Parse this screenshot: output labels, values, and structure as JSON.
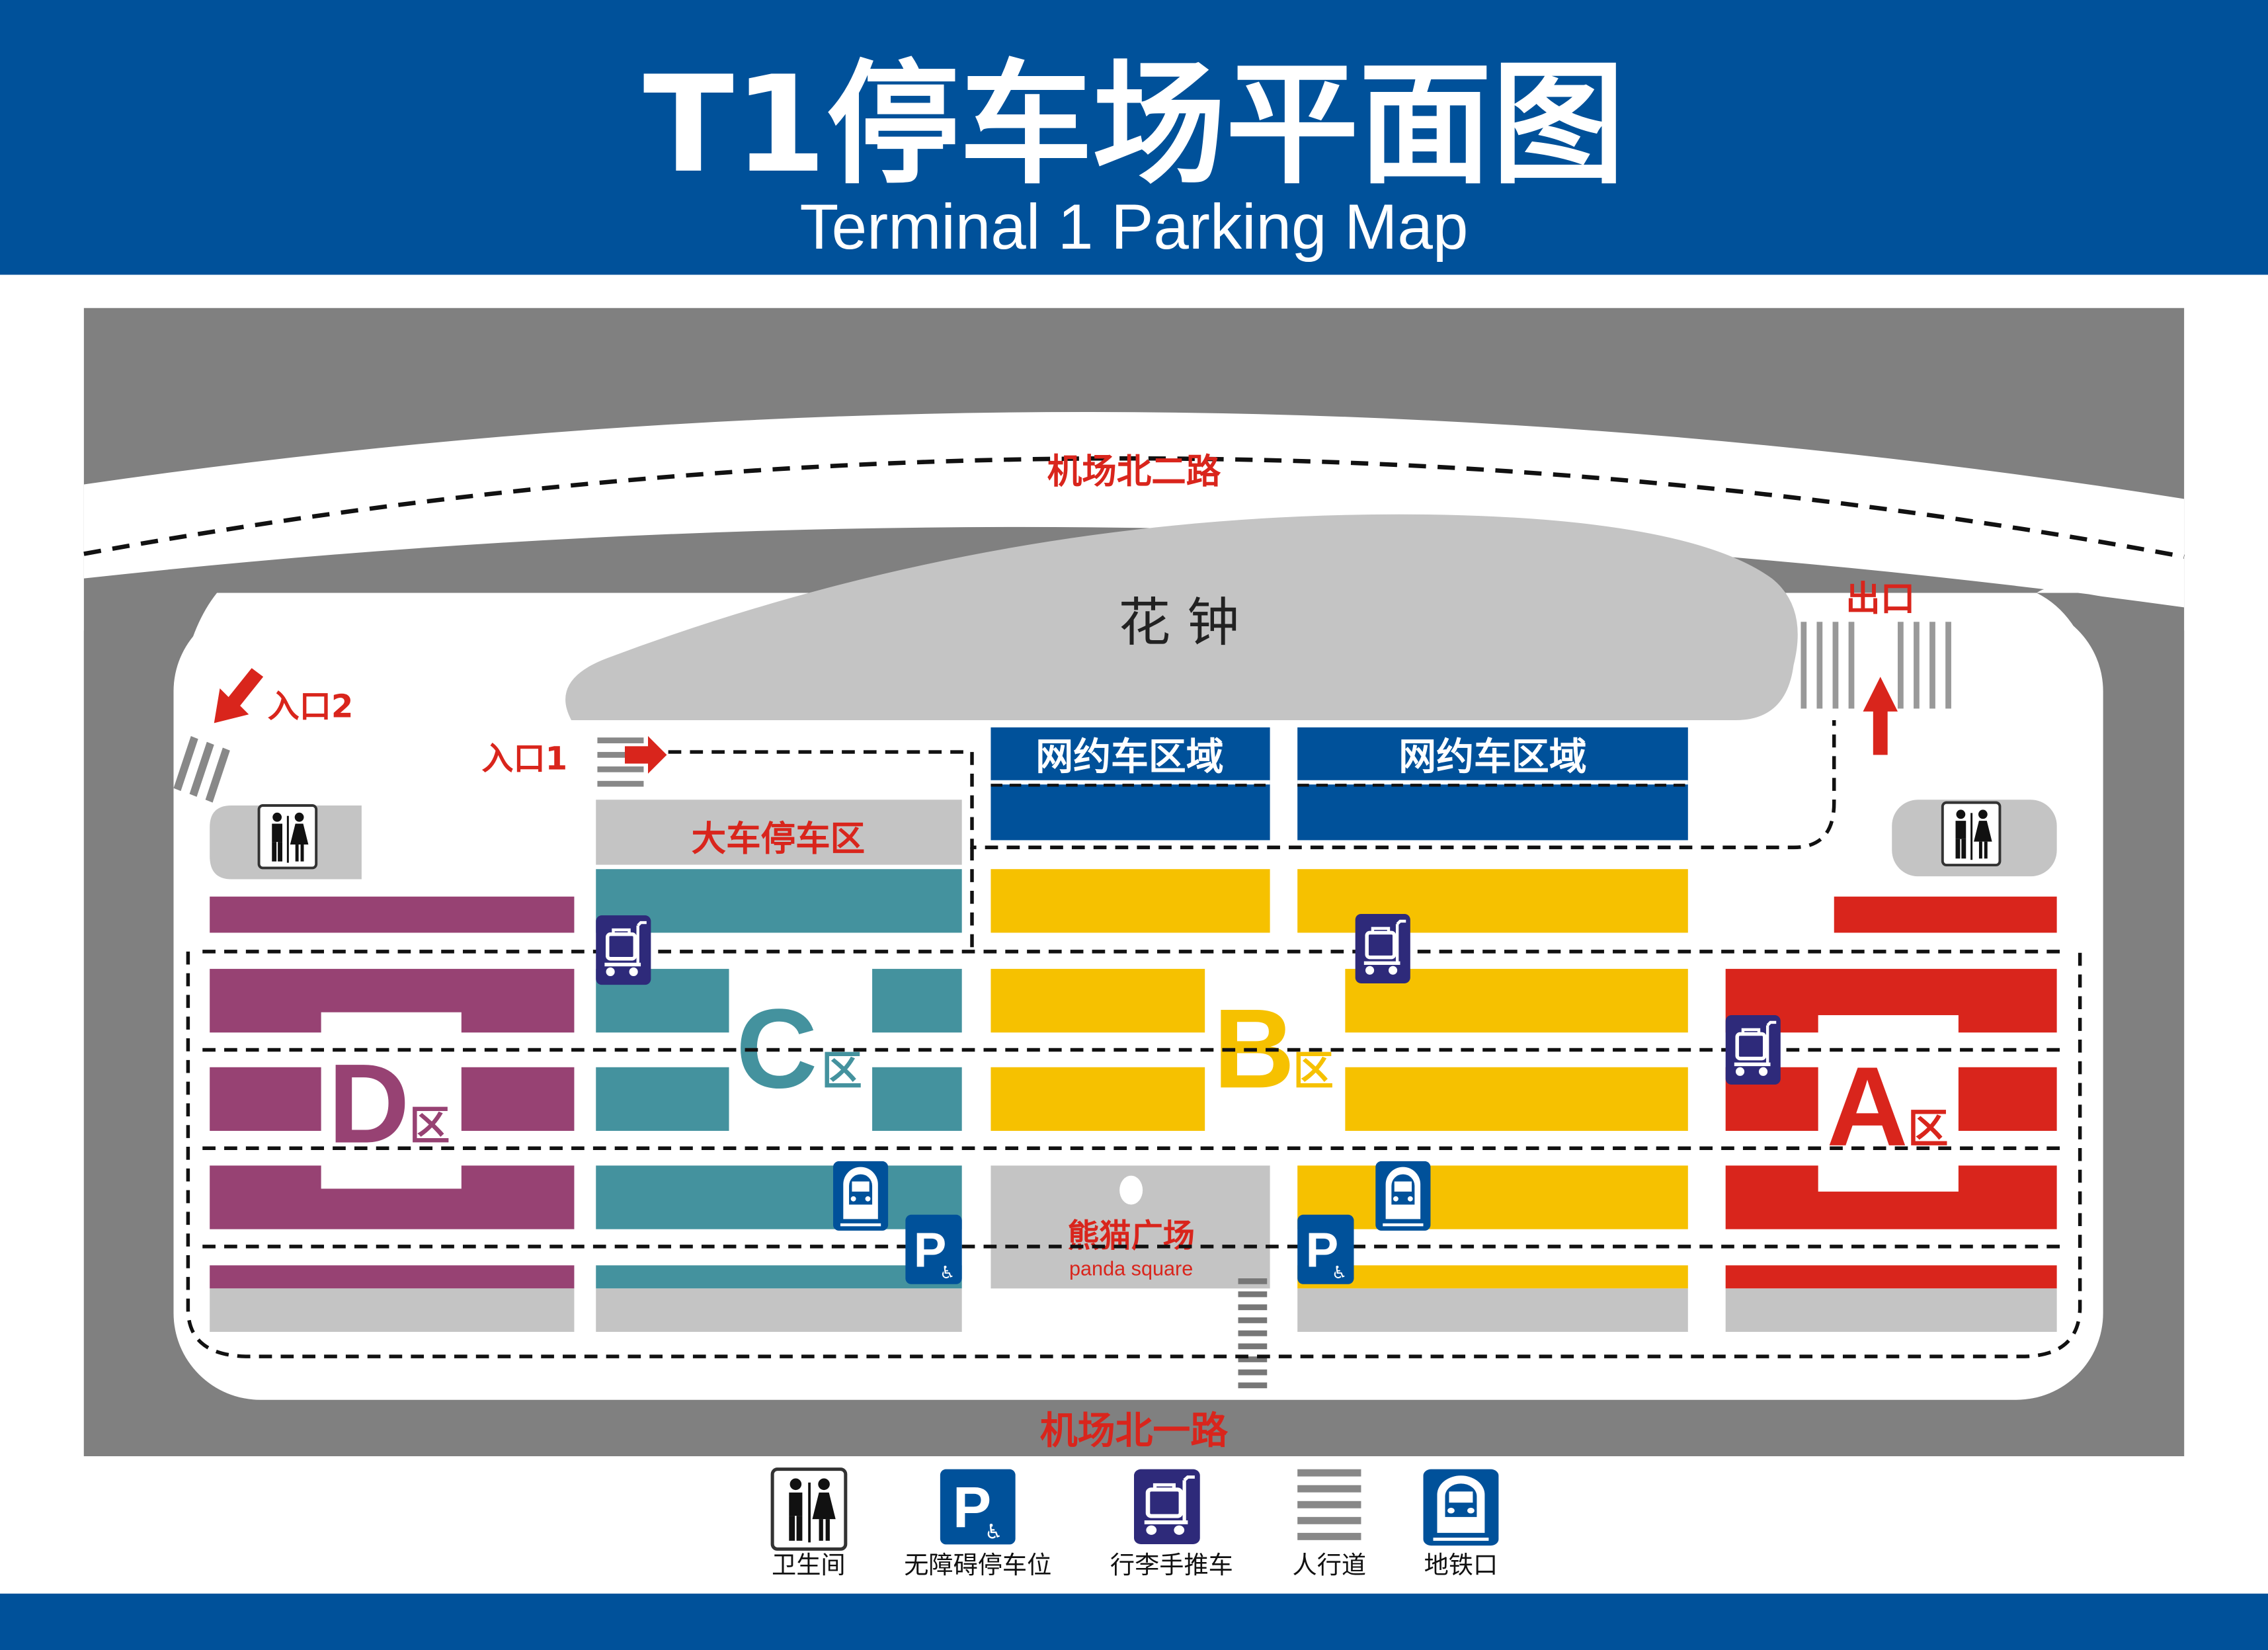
{
  "title": {
    "main": "T1停车场平面图",
    "sub": "Terminal 1 Parking Map"
  },
  "colors": {
    "blue": "#00519a",
    "gray": "#808080",
    "light_gray": "#c4c4c4",
    "red": "#d9251c",
    "zone_a": "#d9251c",
    "zone_b": "#f6c100",
    "zone_c": "#44929e",
    "zone_d": "#974273",
    "ride_hailing": "#00519a",
    "cart_purple": "#2e2a7a"
  },
  "roads": {
    "north": "机场北二路",
    "south": "机场北一路"
  },
  "landmarks": {
    "flower_clock": "花 钟",
    "panda_square_cn": "熊猫广场",
    "panda_square_en": "panda square",
    "bus_parking": "大车停车区",
    "ride_hailing_1": "网约车区域",
    "ride_hailing_2": "网约车区域"
  },
  "gates": {
    "entrance_1": "入口1",
    "entrance_2": "入口2",
    "exit": "出口"
  },
  "zones": {
    "a_letter": "A",
    "b_letter": "B",
    "c_letter": "C",
    "d_letter": "D",
    "suffix": "区"
  },
  "legend": {
    "restroom": {
      "icon": "restroom-icon",
      "label": "卫生间"
    },
    "accessible_parking": {
      "icon": "accessible-parking-icon",
      "label": "无障碍停车位"
    },
    "luggage_cart": {
      "icon": "luggage-cart-icon",
      "label": "行李手推车"
    },
    "crosswalk": {
      "icon": "crosswalk-icon",
      "label": "人行道"
    },
    "metro": {
      "icon": "metro-icon",
      "label": "地铁口"
    }
  },
  "icons": {
    "parking_letter": "P",
    "accessible_symbol": "♿"
  }
}
